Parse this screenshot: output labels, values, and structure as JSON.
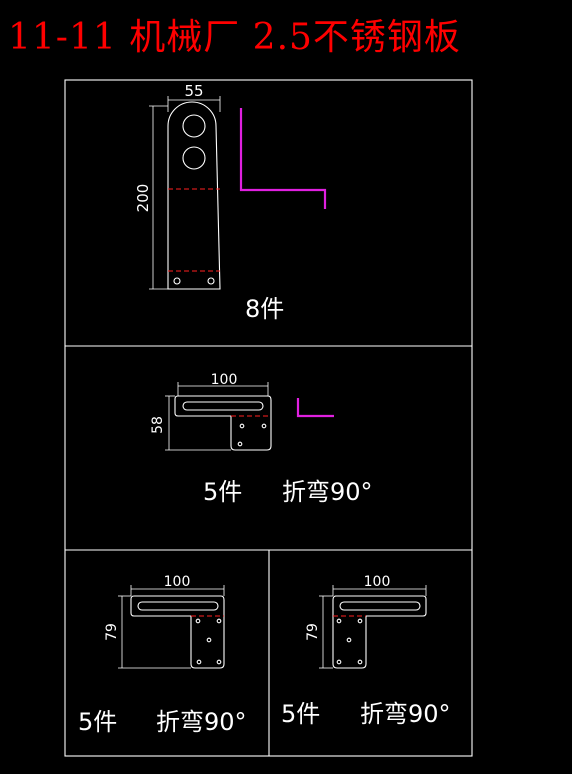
{
  "title": "11-11 机械厂 2.5不锈钢板",
  "colors": {
    "title": "#ff0000",
    "outline": "#ffffff",
    "bend_line": "#ff2020",
    "profile": "#e020e0",
    "background": "#000000"
  },
  "panels": [
    {
      "dims": {
        "width": "55",
        "height": "200"
      },
      "qty": "8件",
      "note": ""
    },
    {
      "dims": {
        "width": "100",
        "height": "58"
      },
      "qty": "5件",
      "note": "折弯90°"
    },
    {
      "dims": {
        "width": "100",
        "height": "79"
      },
      "qty": "5件",
      "note": "折弯90°"
    },
    {
      "dims": {
        "width": "100",
        "height": "79"
      },
      "qty": "5件",
      "note": "折弯90°"
    }
  ]
}
